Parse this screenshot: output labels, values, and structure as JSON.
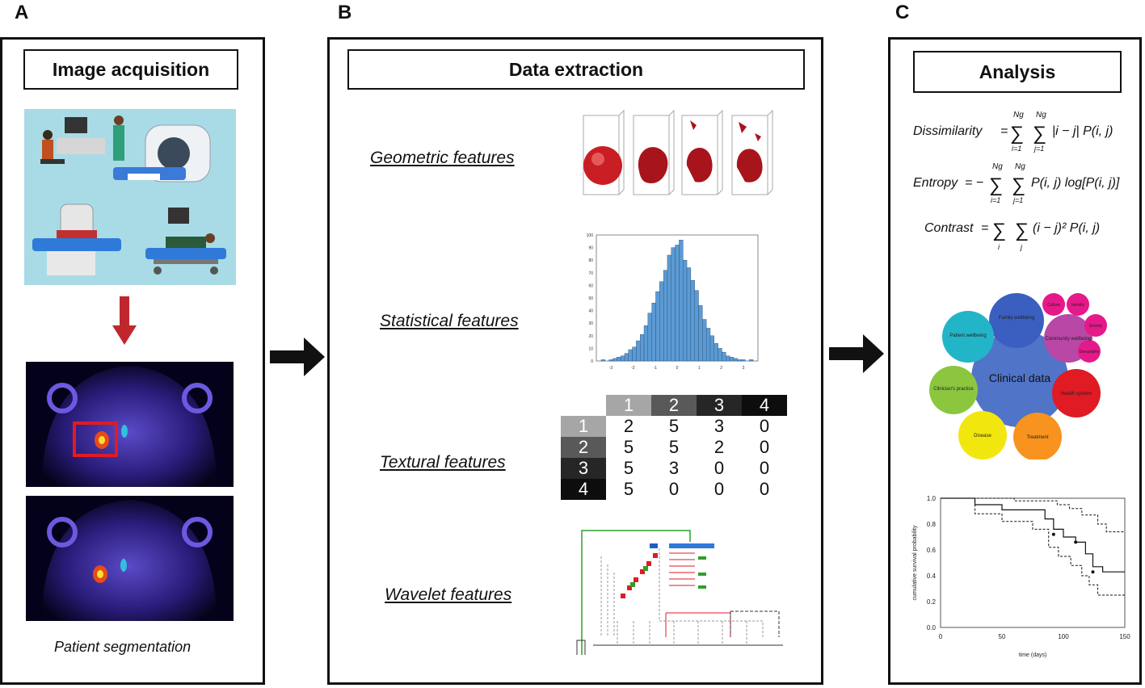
{
  "panels": {
    "a": {
      "letter": "A",
      "title": "Image acquisition",
      "caption": "Patient segmentation"
    },
    "b": {
      "letter": "B",
      "title": "Data extraction",
      "features": [
        "Geometric features",
        "Statistical features",
        "Textural features",
        "Wavelet features"
      ]
    },
    "c": {
      "letter": "C",
      "title": "Analysis"
    }
  },
  "formulas": {
    "dissimilarity_name": "Dissimilarity",
    "entropy_name": "Entropy",
    "contrast_name": "Contrast",
    "sum_upper": "Ng",
    "sum_lower_i": "i=1",
    "sum_lower_j": "j=1",
    "sum_lower_i_only": "i",
    "sum_lower_j_only": "j",
    "dissimilarity_rhs": "|i − j| P(i, j)",
    "entropy_rhs": "P(i, j) log[P(i, j)]",
    "contrast_rhs": "(i − j)² P(i, j)"
  },
  "glcm": {
    "headers": [
      "1",
      "2",
      "3",
      "4"
    ],
    "rows": [
      [
        "2",
        "5",
        "3",
        "0"
      ],
      [
        "5",
        "5",
        "2",
        "0"
      ],
      [
        "5",
        "3",
        "0",
        "0"
      ],
      [
        "5",
        "0",
        "0",
        "0"
      ]
    ],
    "shades": [
      "#a6a6a6",
      "#595959",
      "#262626",
      "#0d0d0d"
    ]
  },
  "histogram": {
    "y_ticks": [
      "100",
      "90",
      "80",
      "70",
      "60",
      "50",
      "40",
      "30",
      "20",
      "10",
      "0"
    ],
    "x_ticks": [
      "-3",
      "-2",
      "-1",
      "0",
      "1",
      "2",
      "3"
    ],
    "bar_color": "#5b9bd5"
  },
  "bubbles": {
    "center": "Clinical data",
    "items": [
      {
        "label": "Family wellbeing",
        "color": "#3b5fc0"
      },
      {
        "label": "Patient wellbeing",
        "color": "#22b5c8"
      },
      {
        "label": "Clinician's practice",
        "color": "#8cc63f"
      },
      {
        "label": "Disease",
        "color": "#f2e60f"
      },
      {
        "label": "Treatment",
        "color": "#f7931e"
      },
      {
        "label": "Health system",
        "color": "#e01b24"
      },
      {
        "label": "Community wellbeing",
        "color": "#b847a6"
      },
      {
        "label": "Culture",
        "color": "#e6198a"
      },
      {
        "label": "Identity",
        "color": "#e6198a"
      },
      {
        "label": "Society",
        "color": "#e6198a"
      },
      {
        "label": "Geography",
        "color": "#e6198a"
      }
    ]
  },
  "survival": {
    "ylabel": "cumulative survival probability",
    "xlabel": "time (days)",
    "y_ticks": [
      "1.0",
      "0.8",
      "0.6",
      "0.4",
      "0.2",
      "0.0"
    ],
    "x_ticks": [
      "0",
      "50",
      "100",
      "150"
    ]
  }
}
